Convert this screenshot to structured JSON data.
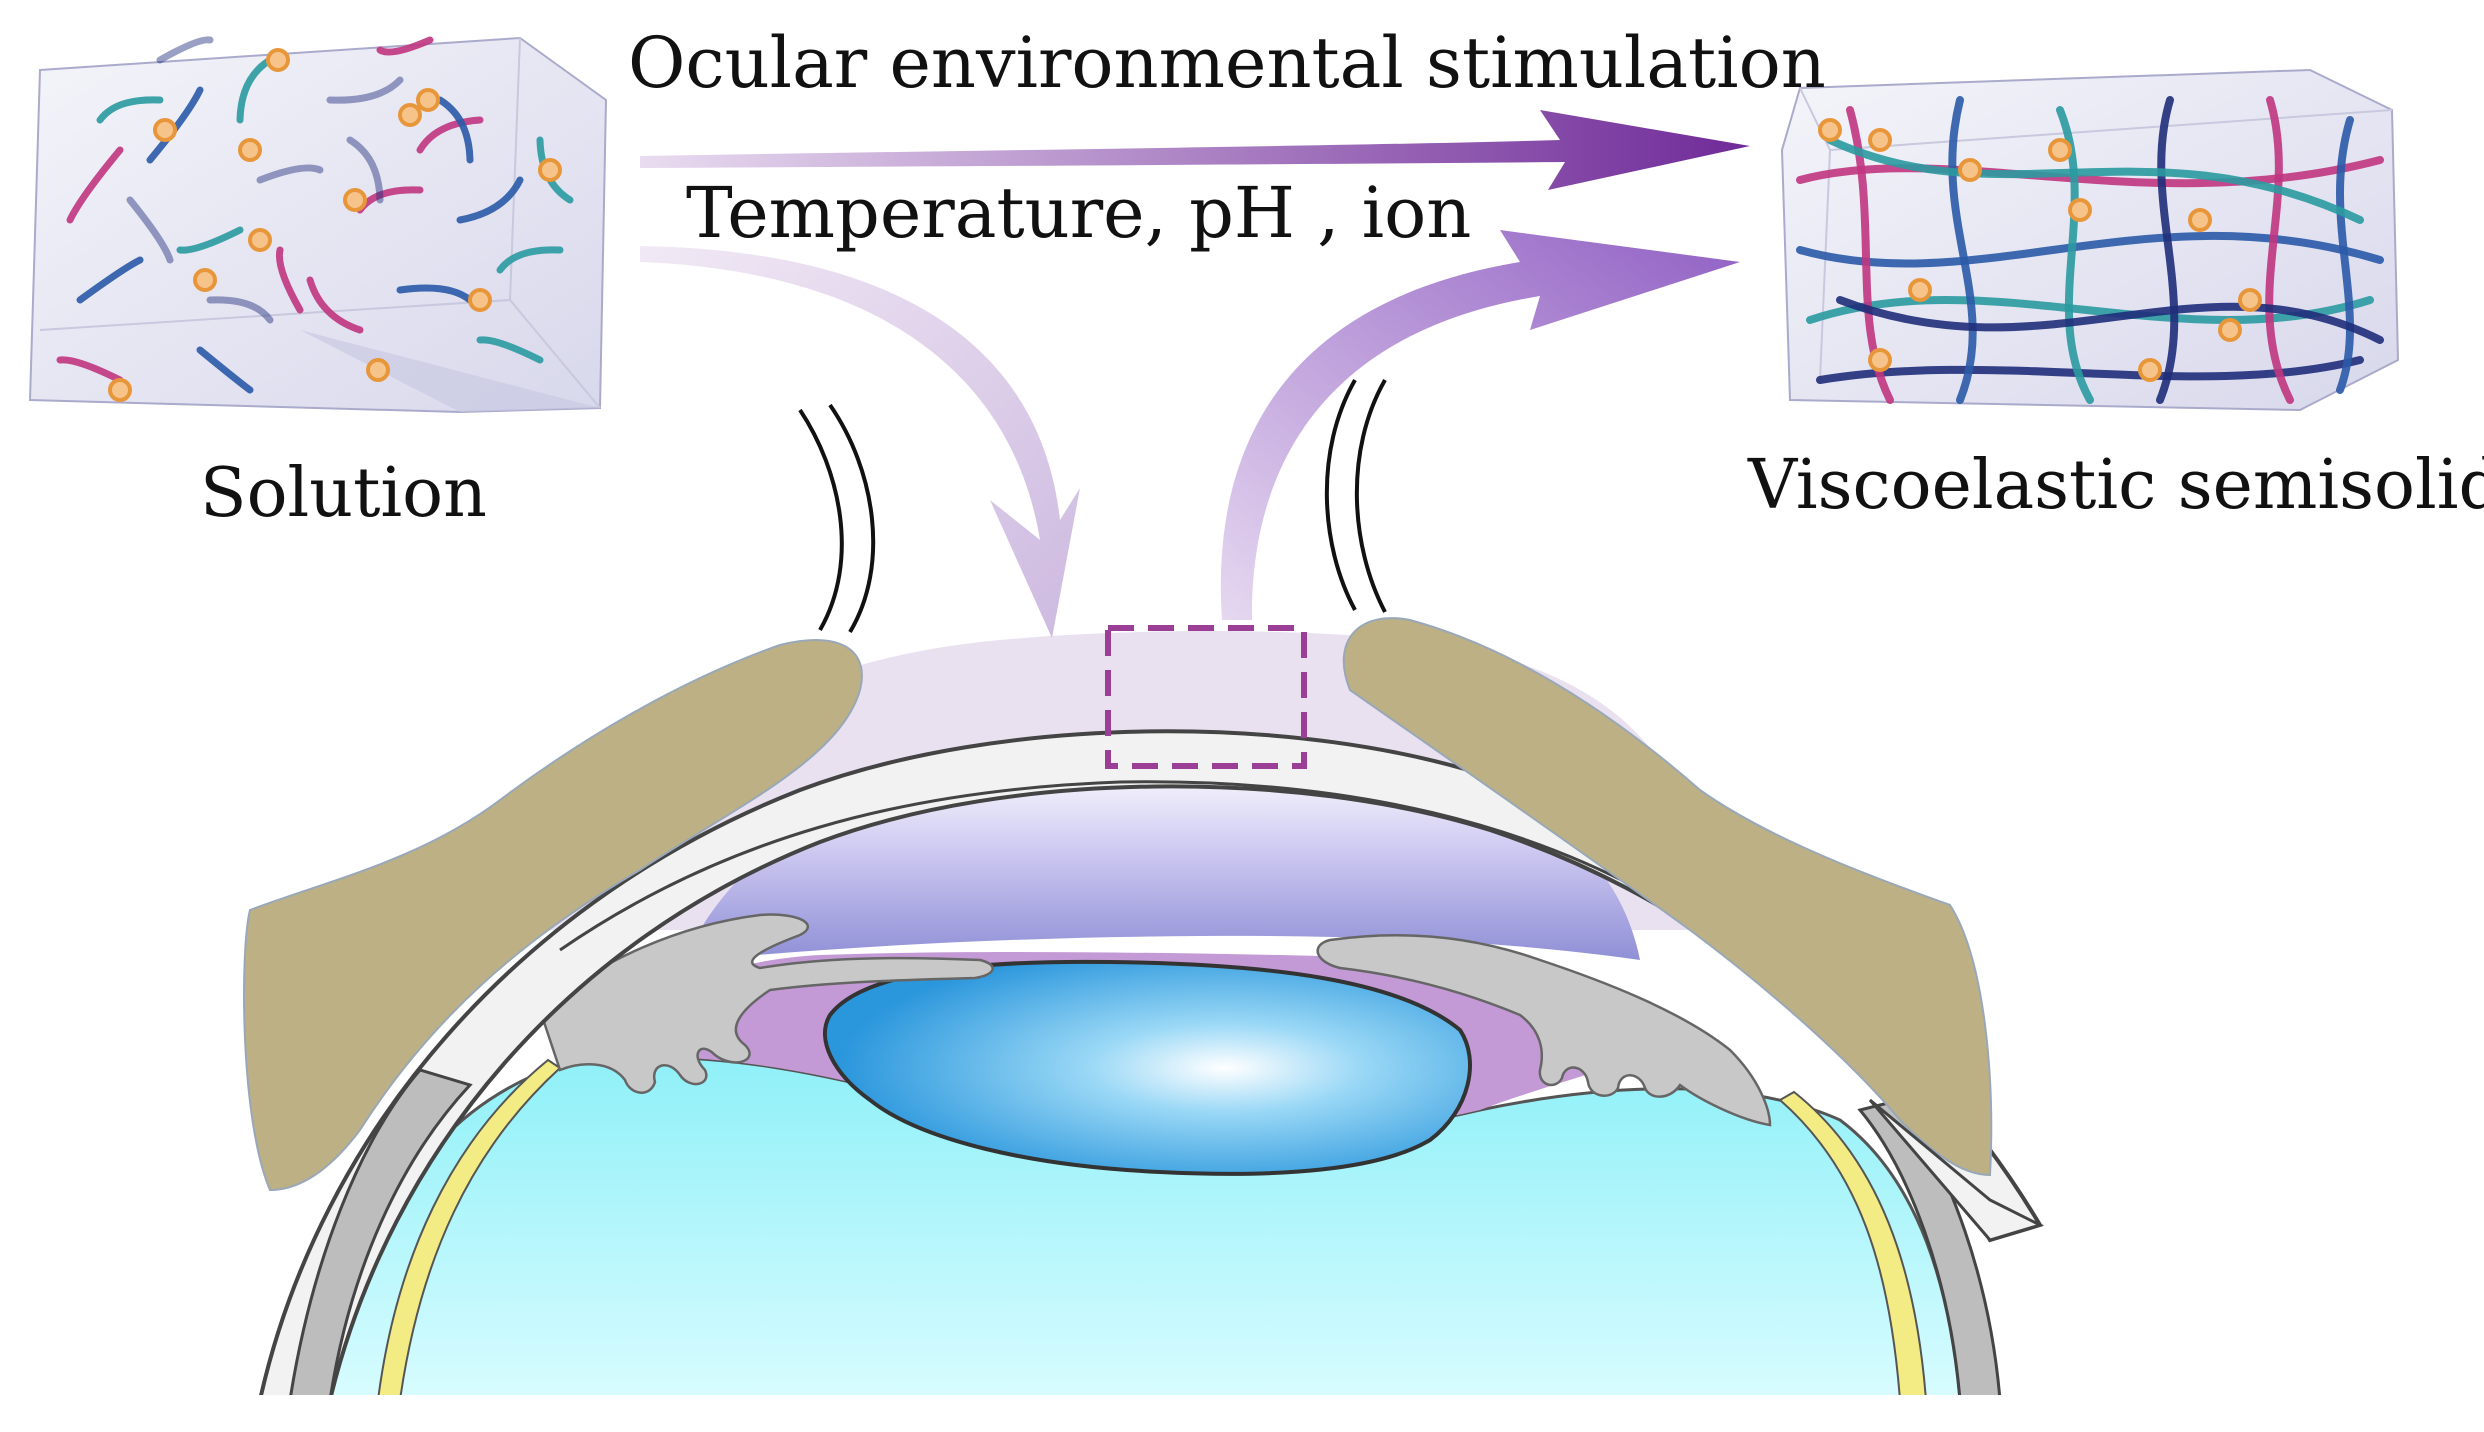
{
  "labels": {
    "stimulation": "Ocular environmental stimulation",
    "conditions": "Temperature, pH , ion",
    "solution": "Solution",
    "semisolid": "Viscoelastic semisolid"
  },
  "colors": {
    "eyelid": "#bdb084",
    "conjunctiva_film": "#e9e1f0",
    "sclera": "#f2f2f2",
    "cornea_outline": "#444444",
    "iris": "#c8c8c8",
    "anterior_chamber": "#b9aee6",
    "posterior_chamber": "#c49ad6",
    "lens": "#39a9e8",
    "vitreous": "#a6f5fa",
    "retina": "#f3ec84",
    "dashed_box": "#9b3f96",
    "arrow_main": "#7d3aa0",
    "arrow_soft": "#cdb9e0",
    "arrow_return": "#9a6cc8",
    "fiber_pink": "#c0357f",
    "fiber_blue": "#2a5aa8",
    "fiber_teal": "#2a9aa0",
    "fiber_navy": "#1f2d7a",
    "particle": "#e8963a",
    "box_tint": "#e6e6f2"
  },
  "icons": {
    "solution_box": "solution-cube-icon",
    "semisolid_box": "gel-network-cube-icon",
    "eye": "eye-cross-section-icon"
  }
}
